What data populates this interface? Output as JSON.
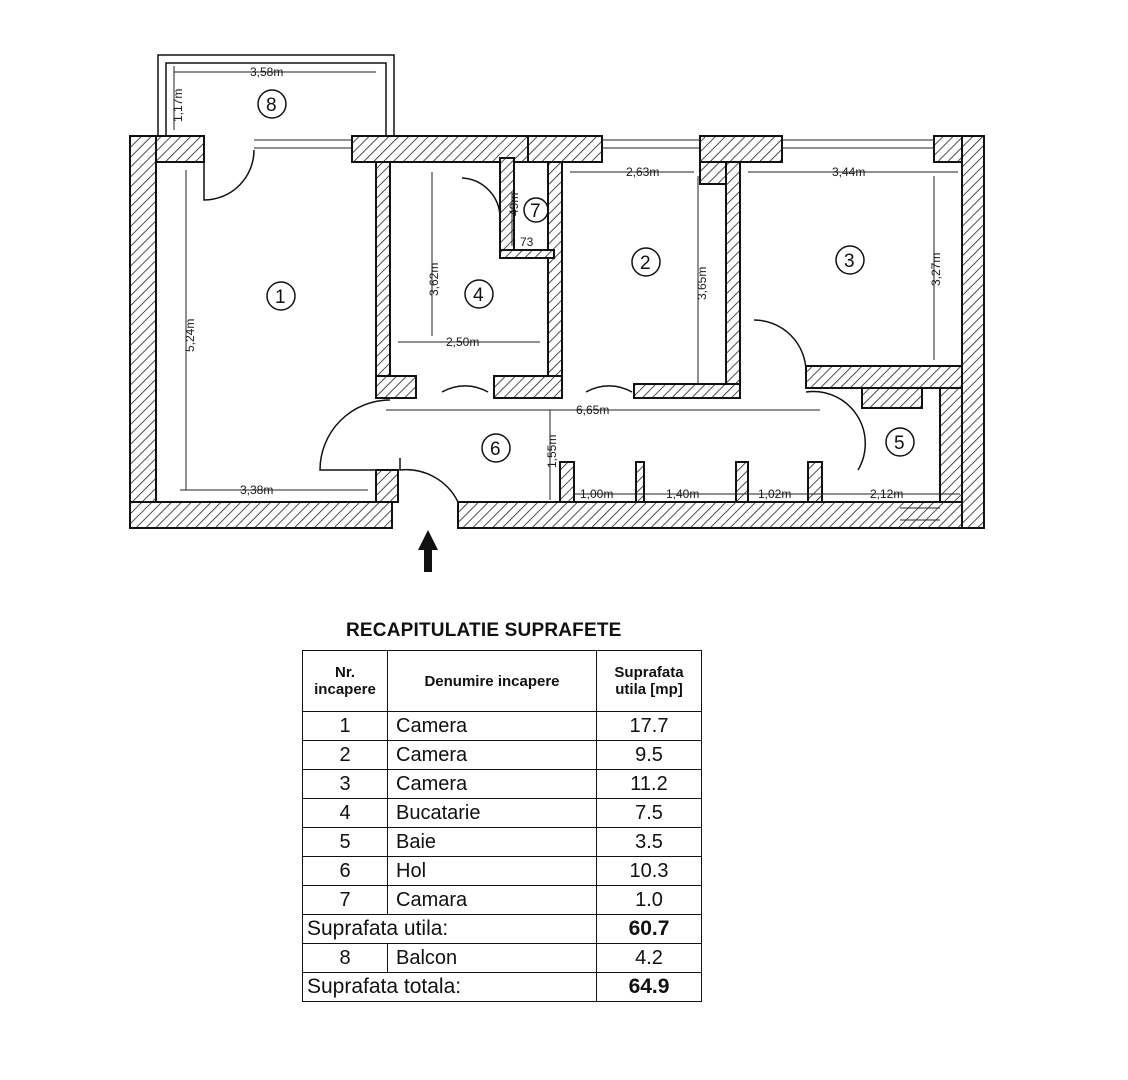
{
  "plan": {
    "dimensions": {
      "balcony_width": "3,58m",
      "balcony_depth": "1,17m",
      "room1_height": "5,24m",
      "room1_width": "3,38m",
      "room2_width": "2,63m",
      "room2_height": "3,65m",
      "room3_width": "3,44m",
      "room3_height": "3,27m",
      "kitchen_height": "3,62m",
      "kitchen_width": "2,50m",
      "pantry_height": "49m",
      "pantry_width": "73",
      "hall_length": "6,65m",
      "hall_width": "1,55m",
      "wall_seg_1": "1,00m",
      "wall_seg_2": "1,40m",
      "wall_seg_3": "1,02m",
      "bath_width": "2,12m"
    },
    "room_numbers": [
      "1",
      "2",
      "3",
      "4",
      "5",
      "6",
      "7",
      "8"
    ]
  },
  "summary": {
    "title": "RECAPITULATIE SUPRAFETE",
    "headers": {
      "nr_line1": "Nr.",
      "nr_line2": "incapere",
      "name": "Denumire incapere",
      "area_line1": "Suprafata",
      "area_line2": "utila [mp]"
    },
    "rooms": [
      {
        "nr": "1",
        "name": "Camera",
        "area": "17.7"
      },
      {
        "nr": "2",
        "name": "Camera",
        "area": "9.5"
      },
      {
        "nr": "3",
        "name": "Camera",
        "area": "11.2"
      },
      {
        "nr": "4",
        "name": "Bucatarie",
        "area": "7.5"
      },
      {
        "nr": "5",
        "name": "Baie",
        "area": "3.5"
      },
      {
        "nr": "6",
        "name": "Hol",
        "area": "10.3"
      },
      {
        "nr": "7",
        "name": "Camara",
        "area": "1.0"
      }
    ],
    "useful_label": "Suprafata utila:",
    "useful_value": "60.7",
    "balcony": {
      "nr": "8",
      "name": "Balcon",
      "area": "4.2"
    },
    "total_label": "Suprafata totala:",
    "total_value": "64.9"
  }
}
